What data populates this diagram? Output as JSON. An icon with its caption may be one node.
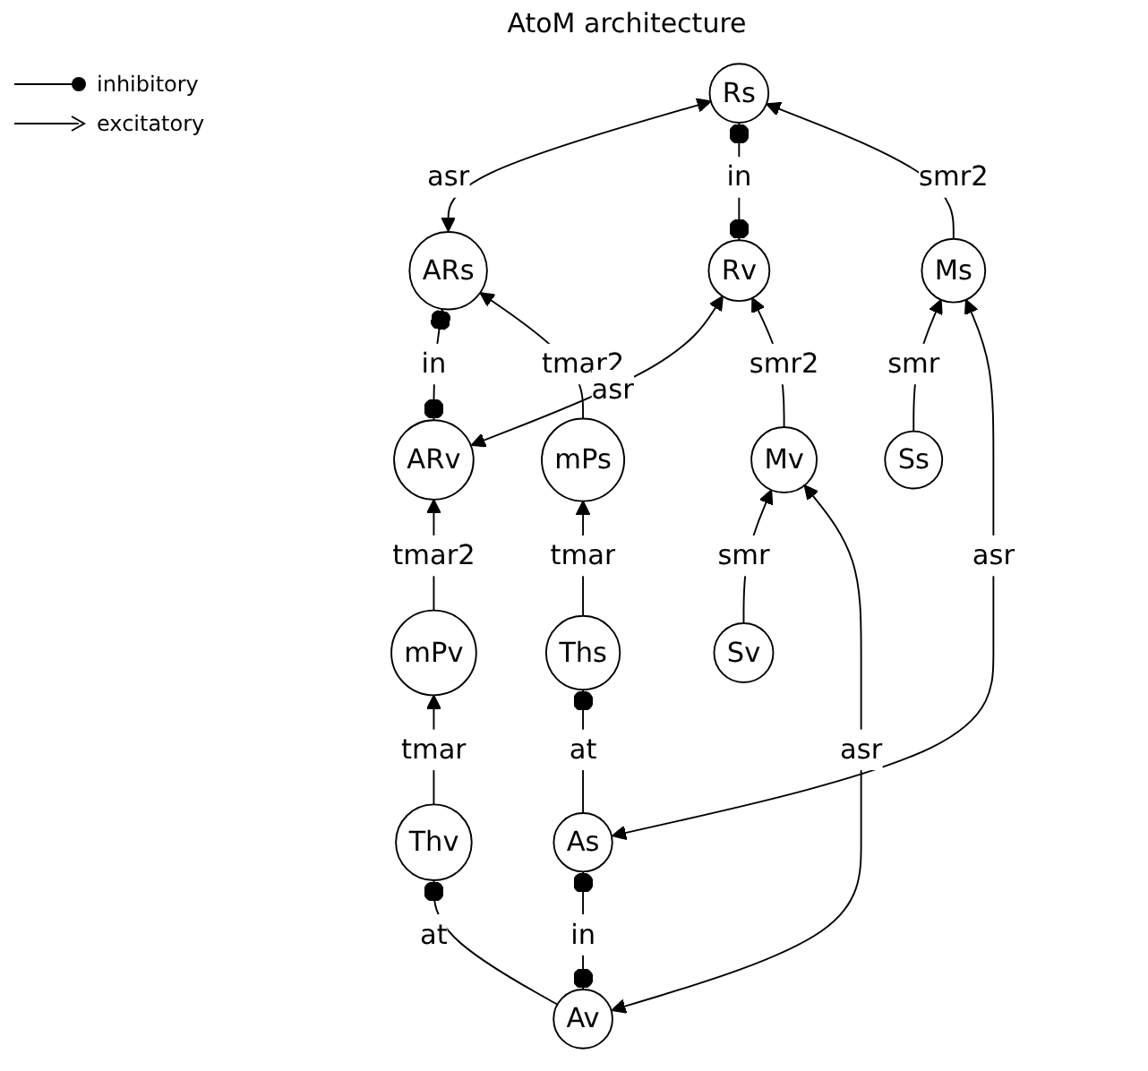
{
  "diagram": {
    "title": "AtoM architecture",
    "nodes": [
      {
        "text": [
          "mPv"
        ]
      },
      {
        "text": [
          "ARv"
        ]
      },
      {
        "text": [
          "ARs"
        ]
      },
      {
        "text": [
          "mPs"
        ]
      },
      {
        "text": [
          "Rv"
        ]
      },
      {
        "text": [
          "Rs"
        ]
      },
      {
        "text": [
          "Mv"
        ]
      },
      {
        "text": [
          "Ms"
        ]
      },
      {
        "text": [
          "Thv"
        ]
      },
      {
        "text": [
          "Sv"
        ]
      },
      {
        "text": [
          "Ss"
        ]
      },
      {
        "text": [
          "Ths"
        ]
      },
      {
        "text": [
          "Av"
        ]
      },
      {
        "text": [
          "As"
        ]
      }
    ],
    "edges": [
      {
        "from": 0,
        "to": 1,
        "arrow": "to",
        "label": "tmar2"
      },
      {
        "from": 1,
        "to": 2,
        "arrow": "other",
        "label": "in"
      },
      {
        "from": 3,
        "to": 2,
        "arrow": "to",
        "label": "tmar2"
      },
      {
        "from": 1,
        "to": 4,
        "arrow": "both",
        "label": "asr"
      },
      {
        "from": 2,
        "to": 5,
        "arrow": "both",
        "label": "asr"
      },
      {
        "from": 4,
        "to": 5,
        "arrow": "other",
        "label": "in"
      },
      {
        "from": 6,
        "to": 4,
        "arrow": "to",
        "label": "smr2"
      },
      {
        "from": 7,
        "to": 5,
        "arrow": "to",
        "label": "smr2"
      },
      {
        "from": 8,
        "to": 0,
        "arrow": "to",
        "label": "tmar"
      },
      {
        "from": 11,
        "to": 3,
        "arrow": "to",
        "label": "tmar"
      },
      {
        "from": 9,
        "to": 6,
        "arrow": "to",
        "label": "smr"
      },
      {
        "from": 10,
        "to": 7,
        "arrow": "to",
        "label": "smr"
      },
      {
        "from": 12,
        "to": 6,
        "arrow": "both",
        "label": "asr"
      },
      {
        "from": 13,
        "to": 7,
        "arrow": "both",
        "label": "asr"
      },
      {
        "from": 8,
        "to": 12,
        "arrow": "other",
        "label": "at"
      },
      {
        "from": 11,
        "to": 13,
        "arrow": "other",
        "label": "at"
      },
      {
        "from": 12,
        "to": 13,
        "arrow": "other",
        "label": "in"
      }
    ],
    "legend": [
      {
        "text": "inhibitory"
      },
      {
        "text": "excitatory"
      }
    ]
  }
}
